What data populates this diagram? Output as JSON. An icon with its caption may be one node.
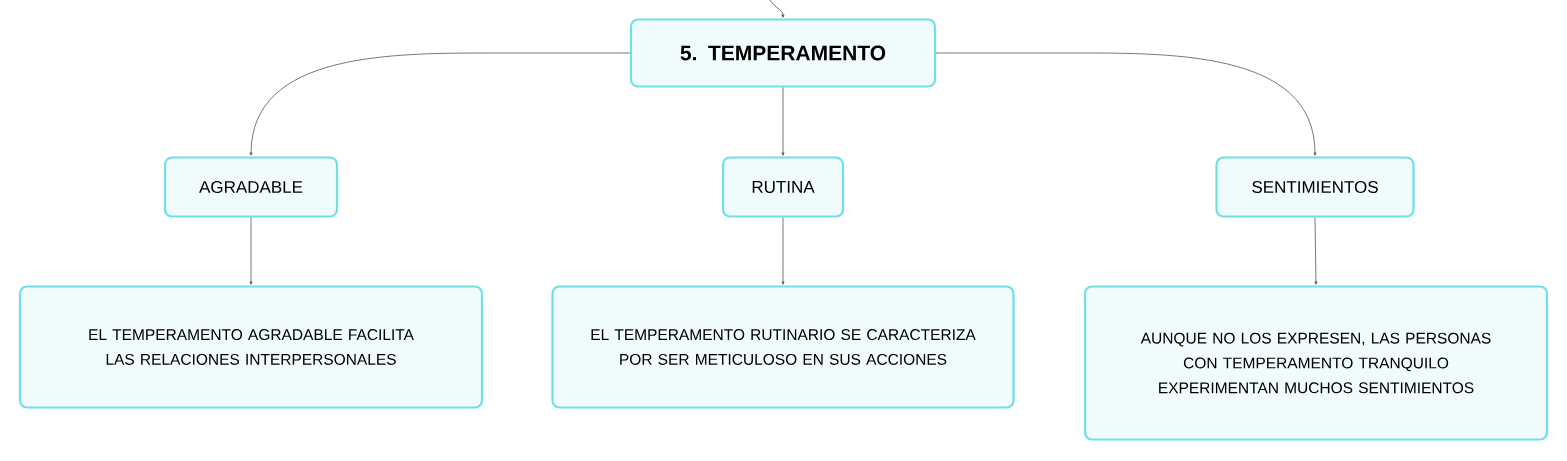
{
  "diagram": {
    "nodes": [
      {
        "text": [
          "5. TEMPERAMENTO"
        ]
      },
      {
        "text": [
          "AGRADABLE"
        ]
      },
      {
        "text": [
          "RUTINA"
        ]
      },
      {
        "text": [
          "SENTIMIENTOS"
        ]
      },
      {
        "text": [
          "EL TEMPERAMENTO AGRADABLE FACILITA LAS RELACIONES INTERPERSONALES"
        ]
      },
      {
        "text": [
          "EL TEMPERAMENTO RUTINARIO SE CARACTERIZA POR SER METICULOSO EN SUS ACCIONES"
        ]
      },
      {
        "text": [
          "AUNQUE NO LOS EXPRESEN, LAS PERSONAS CON TEMPERAMENTO TRANQUILO EXPERIMENTAN MUCHOS SENTIMIENTOS"
        ]
      }
    ],
    "edges": [
      {
        "from": null,
        "to": 0,
        "arrow": "to"
      },
      {
        "from": 0,
        "to": 1,
        "arrow": "to"
      },
      {
        "from": 0,
        "to": 2,
        "arrow": "to"
      },
      {
        "from": 0,
        "to": 3,
        "arrow": "to"
      },
      {
        "from": 1,
        "to": 4,
        "arrow": "to"
      },
      {
        "from": 2,
        "to": 5,
        "arrow": "to"
      },
      {
        "from": 3,
        "to": 6,
        "arrow": "to"
      }
    ]
  }
}
